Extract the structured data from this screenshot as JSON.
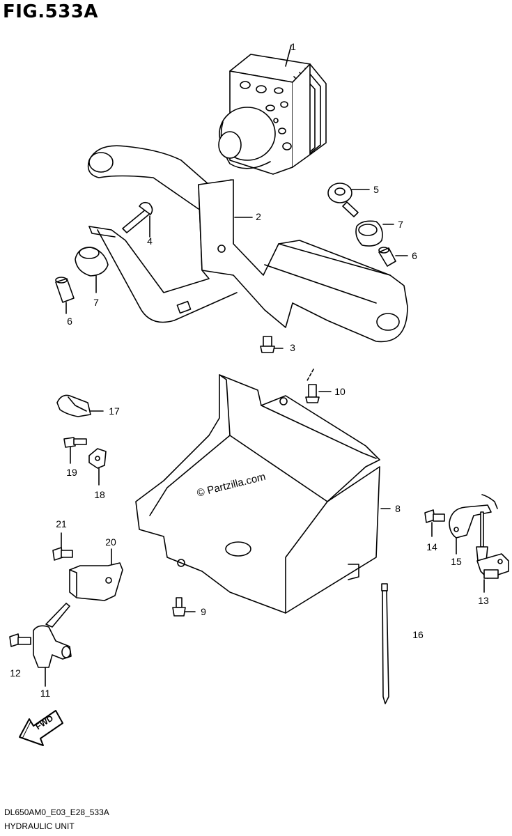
{
  "figure": {
    "title": "FIG.533A",
    "code": "DL650AM0_E03_E28_533A",
    "name": "HYDRAULIC UNIT",
    "watermark": "© Partzilla.com",
    "fwd_label": "FWD"
  },
  "callouts": [
    {
      "id": "1",
      "label": "1"
    },
    {
      "id": "2",
      "label": "2"
    },
    {
      "id": "3",
      "label": "3"
    },
    {
      "id": "4",
      "label": "4"
    },
    {
      "id": "5",
      "label": "5"
    },
    {
      "id": "6a",
      "label": "6"
    },
    {
      "id": "6b",
      "label": "6"
    },
    {
      "id": "7a",
      "label": "7"
    },
    {
      "id": "7b",
      "label": "7"
    },
    {
      "id": "8",
      "label": "8"
    },
    {
      "id": "9",
      "label": "9"
    },
    {
      "id": "10",
      "label": "10"
    },
    {
      "id": "11",
      "label": "11"
    },
    {
      "id": "12",
      "label": "12"
    },
    {
      "id": "13",
      "label": "13"
    },
    {
      "id": "14",
      "label": "14"
    },
    {
      "id": "15",
      "label": "15"
    },
    {
      "id": "16",
      "label": "16"
    },
    {
      "id": "17",
      "label": "17"
    },
    {
      "id": "18",
      "label": "18"
    },
    {
      "id": "19",
      "label": "19"
    },
    {
      "id": "20",
      "label": "20"
    },
    {
      "id": "21",
      "label": "21"
    }
  ]
}
